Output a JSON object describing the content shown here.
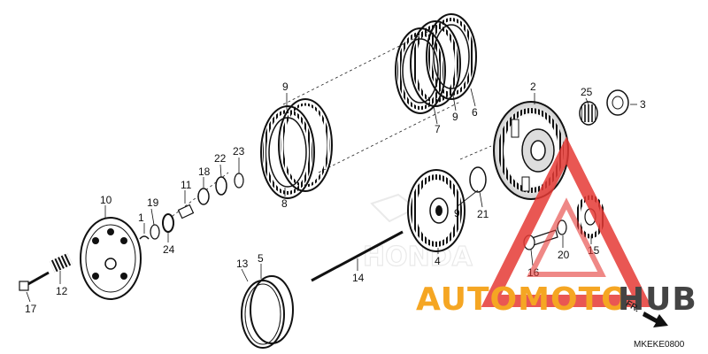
{
  "diagram": {
    "code": "MKEKE0800",
    "direction_label": "FR.",
    "callouts": [
      "1",
      "2",
      "3",
      "4",
      "5",
      "6",
      "7",
      "8",
      "9",
      "9",
      "9",
      "10",
      "11",
      "12",
      "13",
      "14",
      "15",
      "16",
      "17",
      "18",
      "19",
      "20",
      "21",
      "22",
      "23",
      "24",
      "25"
    ]
  },
  "watermark": {
    "text_part1": "AUTOMOTO",
    "text_part2": "HUB",
    "color_orange": "#f5a623",
    "color_red": "#e53935",
    "color_dark": "#444444"
  }
}
